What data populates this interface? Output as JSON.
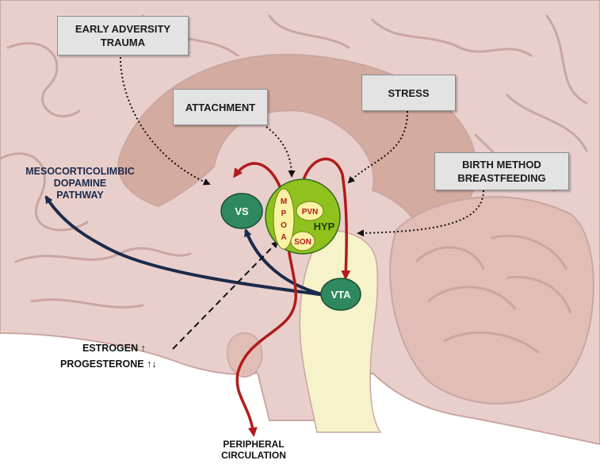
{
  "boxes": {
    "early_adversity": [
      "EARLY ADVERSITY",
      "TRAUMA"
    ],
    "attachment": "ATTACHMENT",
    "stress": "STRESS",
    "birth_method": [
      "BIRTH METHOD",
      "BREASTFEEDING"
    ]
  },
  "labels": {
    "mesocorticolimbic": [
      "MESOCORTICOLIMBIC",
      "DOPAMINE",
      "PATHWAY"
    ],
    "estrogen": "ESTROGEN",
    "estrogen_arrow": "↑",
    "progesterone": "PROGESTERONE",
    "progesterone_arrows": "↑↓",
    "peripheral": [
      "PERIPHERAL",
      "CIRCULATION"
    ]
  },
  "nodes": {
    "vs": "VS",
    "vta": "VTA",
    "hyp": "HYP",
    "pvn": "PVN",
    "son": "SON",
    "mpoa_letters": [
      "M",
      "P",
      "O",
      "A"
    ]
  },
  "colors": {
    "brain_pink": "#e9cfcc",
    "brain_line": "#c9a6a2",
    "tissue_tan": "#d4ab9f",
    "stem_cream": "#f6f2c9",
    "node_green": "#2e8a5e",
    "hyp_green": "#8fc21c",
    "inner_yellow": "#f8f2a2",
    "arrow_red": "#b01c1c",
    "arrow_navy": "#1b2b4b",
    "box_grey": "#e3e3e3"
  }
}
